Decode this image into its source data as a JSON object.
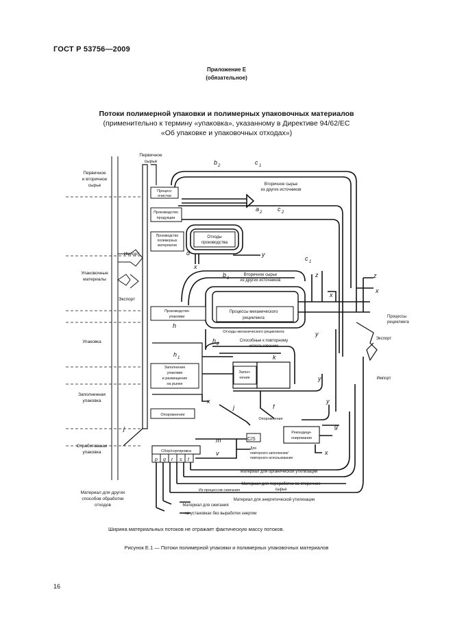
{
  "header": {
    "standard": "ГОСТ Р 53756—2009"
  },
  "appendix": {
    "title": "Приложение Е",
    "status": "(обязательное)"
  },
  "figure_title": {
    "line1": "Потоки полимерной упаковки и полимерных упаковочных материалов",
    "line2": "(применительно к термину «упаковка», указанному в Директиве 94/62/EC",
    "line3": "«Об упаковке и упаковочных отходах»)"
  },
  "diagram": {
    "left_labels": {
      "primary_secondary": [
        "Первичное",
        "и вторичное",
        "сырье"
      ],
      "pack_materials": [
        "Упаковочные",
        "материалы"
      ],
      "packaging": "Упаковка",
      "filled_packaging": [
        "Заполненная",
        "упаковка"
      ],
      "waste_packaging": [
        "Отработавшая",
        "упаковка"
      ],
      "other_treatment": [
        "Материал для других",
        "способов обработки",
        "отходов"
      ]
    },
    "top_label": [
      "Первичное",
      "сырье"
    ],
    "boxes": {
      "purification": [
        "Процесс",
        "очистки"
      ],
      "product_manufacturing": [
        "Производство",
        "продукции"
      ],
      "packaging_materials_manufacturing": [
        "Производство",
        "полимерных",
        "материалов"
      ],
      "production_waste": [
        "Отходы",
        "производства"
      ],
      "packaging_manufacturing": [
        "Производство",
        "упаковки"
      ],
      "mechanical_recycling": [
        "Процессы механического",
        "рециклинга"
      ],
      "filling": [
        "Заполнение",
        "упаковки",
        "и размещение",
        "на рынке"
      ],
      "filling_short": [
        "Запол-",
        "нение"
      ],
      "emptying": "Опорожнение",
      "emptying2": "Опорожнение",
      "reconditioning": [
        "Рекондици-",
        "онирование"
      ],
      "collection": "Сбор/сортировка",
      "recycling_processes": [
        "Процессы",
        "рециклинга"
      ]
    },
    "flow_labels": {
      "secondary_other": [
        "Вторичное сырье",
        "из других источников"
      ],
      "secondary_other2": [
        "Вторичное сырье",
        "из других источников"
      ],
      "mech_waste": "Отходы механического рециклинга",
      "reuse": [
        "Способные к повторному",
        "использованию"
      ],
      "refill": [
        "Для",
        "повторного заполнения/",
        "повторного использования"
      ],
      "organic": "Материал для органической утилизации",
      "recycling_secondary": [
        "Материал для переработки во вторичное",
        "сырье"
      ],
      "energy_recovery": "Материал для энергетической утилизации",
      "from_processes": "Из процессов сжигания",
      "incineration": [
        "Материал для сжигания",
        "на установках без выработки энергии"
      ],
      "import": "Импорт",
      "export": "Экспорт",
      "export2": "Экспорт",
      "import2": "Импорт"
    },
    "letters": {
      "b2": "b",
      "b2s": "2",
      "c1": "c",
      "c1s": "1",
      "a2": "a",
      "a2s": "2",
      "c2": "c",
      "c2s": "2",
      "b1": "b",
      "b1s": "1",
      "c1b": "c",
      "c1bs": "1",
      "h2": "h",
      "h2s": "2",
      "h1": "h",
      "h1s": "1",
      "h": "h",
      "k": "k",
      "f": "f",
      "g": "g",
      "j": "j",
      "j2": "j",
      "m": "m",
      "v": "v",
      "z": "z",
      "z2": "z",
      "x": "x",
      "x2": "x",
      "x3": "x",
      "x4": "x",
      "x5": "x",
      "y": "y",
      "y2": "y",
      "y3": "y",
      "y4": "y",
      "d": "d",
      "cs": "C/S",
      "p": "p",
      "q": "q",
      "r": "r",
      "s": "s",
      "t": "t"
    }
  },
  "note": "Ширина материальных потоков не отражает фактическую массу потоков.",
  "caption": "Рисунок  Е.1 — Потоки полимерной упаковки и полимерных упаковочных материалов",
  "page_number": "16"
}
